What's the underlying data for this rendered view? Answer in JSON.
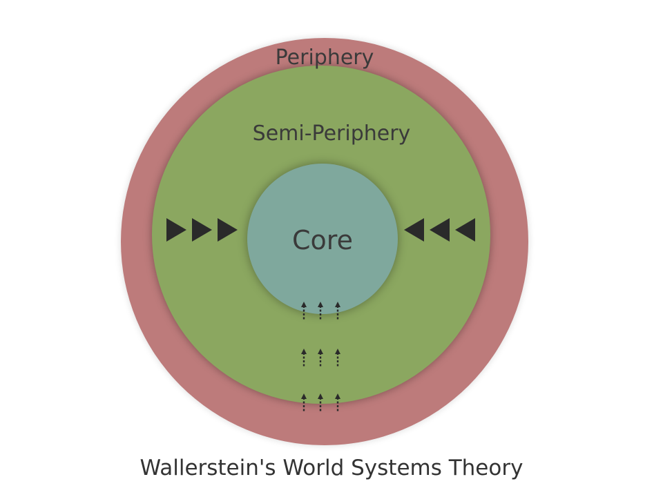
{
  "diagram": {
    "rings": {
      "periphery": {
        "label": "Periphery",
        "color": "#bd7b7b"
      },
      "semi_periphery": {
        "label": "Semi-Periphery",
        "color": "#8ba760"
      },
      "core": {
        "label": "Core",
        "color": "#7fa89d"
      }
    },
    "arrow_color": "#2a2a2a",
    "caption": "Wallerstein's World Systems Theory"
  }
}
